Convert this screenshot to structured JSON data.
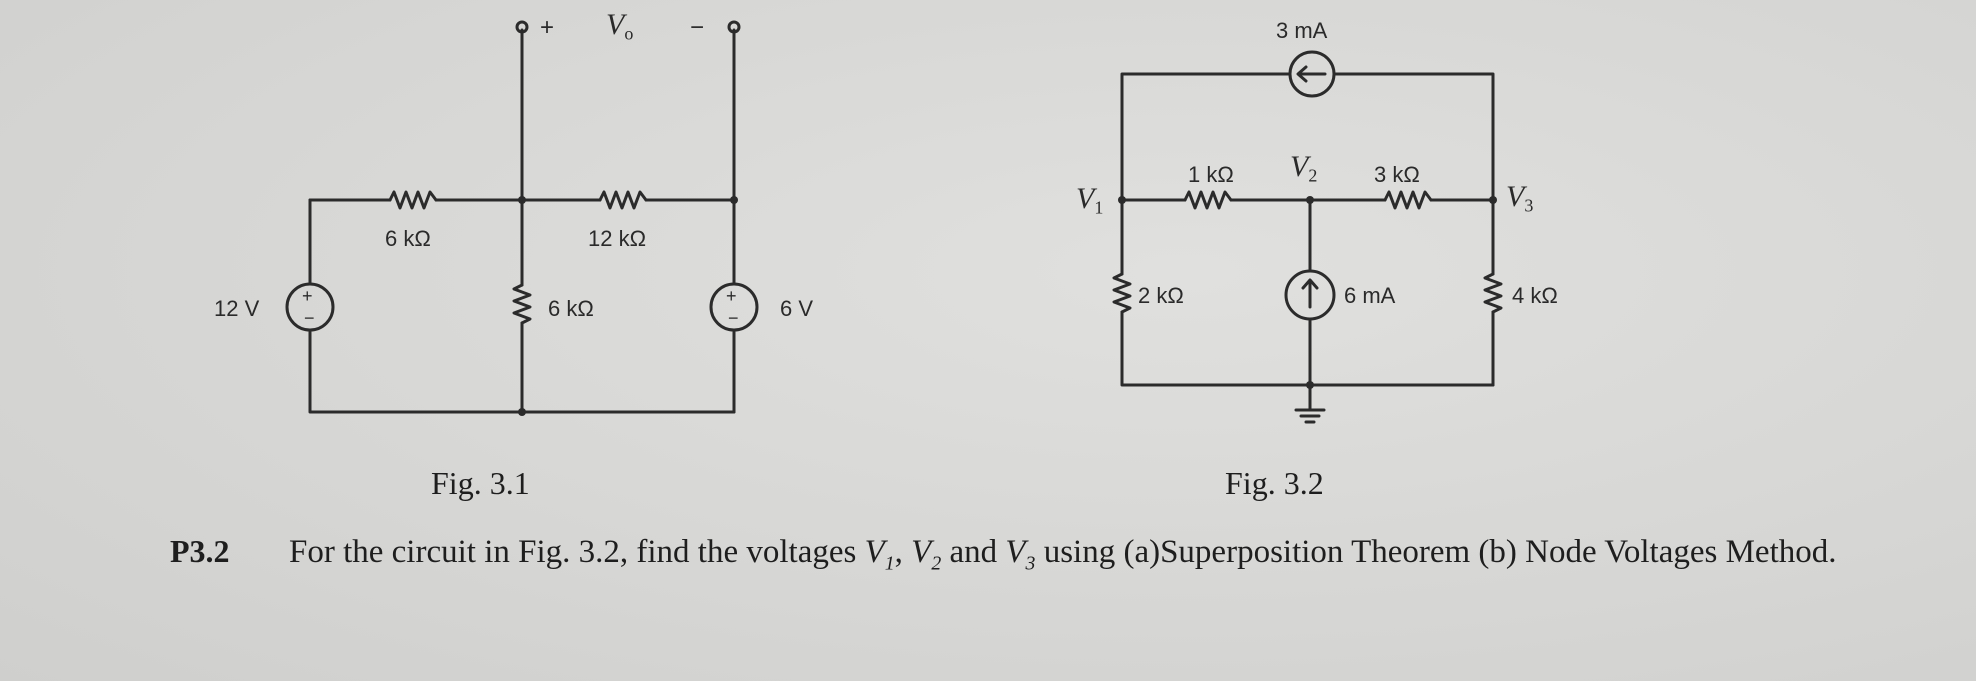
{
  "fig1": {
    "caption": "Fig. 3.1",
    "source_left": "12 V",
    "source_right": "6 V",
    "r_left": "6 kΩ",
    "r_middle": "12 kΩ",
    "r_vertical": "6 kΩ",
    "vo_plus": "+",
    "vo_label": "V",
    "vo_sub": "o",
    "vo_minus": "−"
  },
  "fig2": {
    "caption": "Fig. 3.2",
    "current_top": "3 mA",
    "current_mid": "6 mA",
    "r_1k": "1 kΩ",
    "r_3k": "3 kΩ",
    "r_2k": "2 kΩ",
    "r_4k": "4 kΩ",
    "node_v1": "V",
    "node_v1_sub": "1",
    "node_v2": "V",
    "node_v2_sub": "2",
    "node_v3": "V",
    "node_v3_sub": "3"
  },
  "problem": {
    "number": "P3.2",
    "text_1": "For the circuit in Fig. 3.2, find the voltages ",
    "v1": "V",
    "v1_sub": "1",
    "sep_1": ", ",
    "v2": "V",
    "v2_sub": "2",
    "sep_2": " and ",
    "v3": "V",
    "v3_sub": "3",
    "text_2": " using (a)Superposition Theorem (b) Node Voltages Method."
  }
}
